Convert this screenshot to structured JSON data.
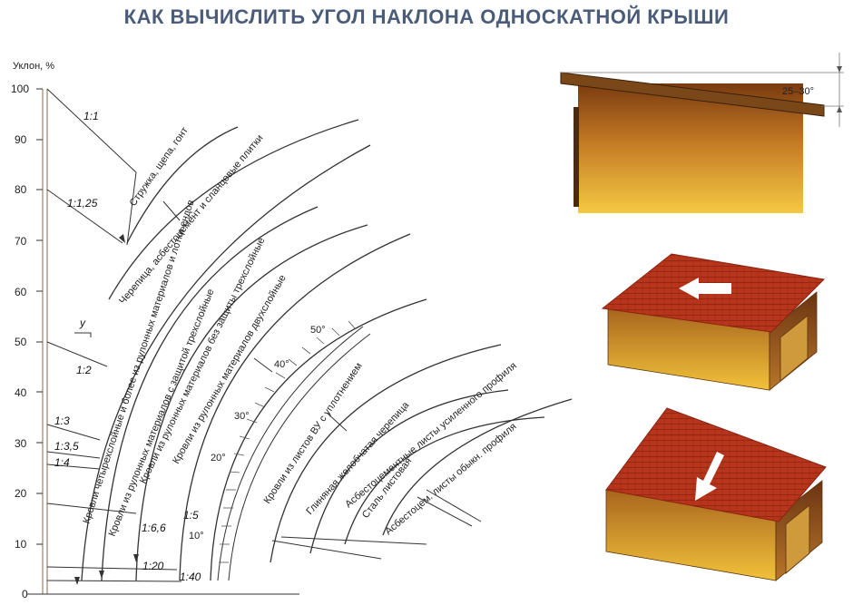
{
  "title": "КАК ВЫЧИСЛИТЬ УГОЛ НАКЛОНА ОДНОСКАТНОЙ КРЫШИ",
  "axis": {
    "label": "Уклон, %",
    "ticks": [
      "100",
      "90",
      "80",
      "70",
      "60",
      "50",
      "40",
      "30",
      "20",
      "10",
      "0"
    ]
  },
  "ratios": [
    "1:1",
    "1:1,25",
    "1:2",
    "1:3",
    "1:3,5",
    "1:4",
    "1:6,6",
    "1:5",
    "1:20",
    "1:40"
  ],
  "slope_marker": "у",
  "angles": [
    "50°",
    "40°",
    "30°",
    "20°",
    "10°"
  ],
  "materials": [
    "Стружка, щепа, гонт",
    "Черепица, асбестоцемент и сланцевые плитки",
    "Кровли четырехслойные и более из рулонных материалов и лотки ендов",
    "Кровли из рулонных материалов с защитой трехслойные",
    "Кровли из рулонных материалов без защиты трехслойные",
    "Кровли из рулонных материалов двухслойные",
    "Кровли из листов ВУ с уплотнением",
    "Глиняная желобчатая черепица",
    "Асбестоцементные листы усиленного профиля",
    "Сталь листовая",
    "Асбестоцем. листы обыкн. профиля"
  ],
  "house_angle_label": "25–30°",
  "colors": {
    "title": "#4a5c78",
    "wall_top": "#7a3a10",
    "wall_bottom": "#f2c23a",
    "roof_tile": "#b8351c",
    "roof_edge": "#8a2410",
    "arrow": "#ffffff"
  },
  "icons": [
    "arrow-left-icon",
    "arrow-down-icon"
  ]
}
